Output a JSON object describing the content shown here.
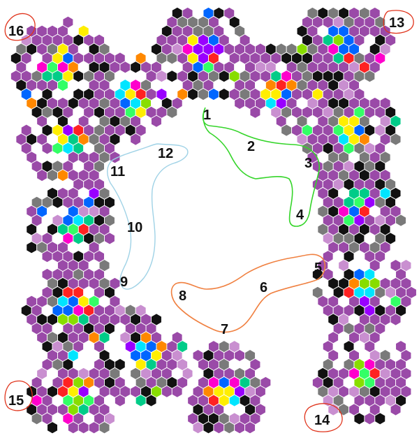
{
  "colors": {
    "hex_main": "#9a4aa8",
    "hex_stroke": "#ffffff",
    "hex_black": "#111111",
    "hex_grey": "#7a7a7a",
    "hex_white": "#ffffff",
    "hex_light": "#c98fd0",
    "corner_circle": "#e0341c",
    "route_green": "#35d52a",
    "route_orange": "#f08040",
    "route_blue": "#9fd2e6",
    "cluster_palette": [
      "#ff2222",
      "#00e5ff",
      "#ff00cc",
      "#33ff66",
      "#ffee00",
      "#88dd00",
      "#0066ff",
      "#ff8800",
      "#9900ff",
      "#00cc88"
    ]
  },
  "clusters": [
    {
      "name": "top-center"
    },
    {
      "name": "top-left"
    },
    {
      "name": "top-inner-left"
    },
    {
      "name": "top-right"
    },
    {
      "name": "top-inner-right"
    },
    {
      "name": "right-upper"
    },
    {
      "name": "right-middle"
    },
    {
      "name": "right-lower"
    },
    {
      "name": "bottom-right"
    },
    {
      "name": "bottom-center"
    },
    {
      "name": "bottom-left"
    },
    {
      "name": "left-upper"
    },
    {
      "name": "left-middle"
    },
    {
      "name": "left-lower"
    },
    {
      "name": "bottom-left-inner"
    }
  ],
  "path_labels": [
    "1",
    "2",
    "3",
    "4",
    "5",
    "6",
    "7",
    "8",
    "9",
    "10",
    "11",
    "12"
  ],
  "corner_labels": [
    "13",
    "14",
    "15",
    "16"
  ]
}
